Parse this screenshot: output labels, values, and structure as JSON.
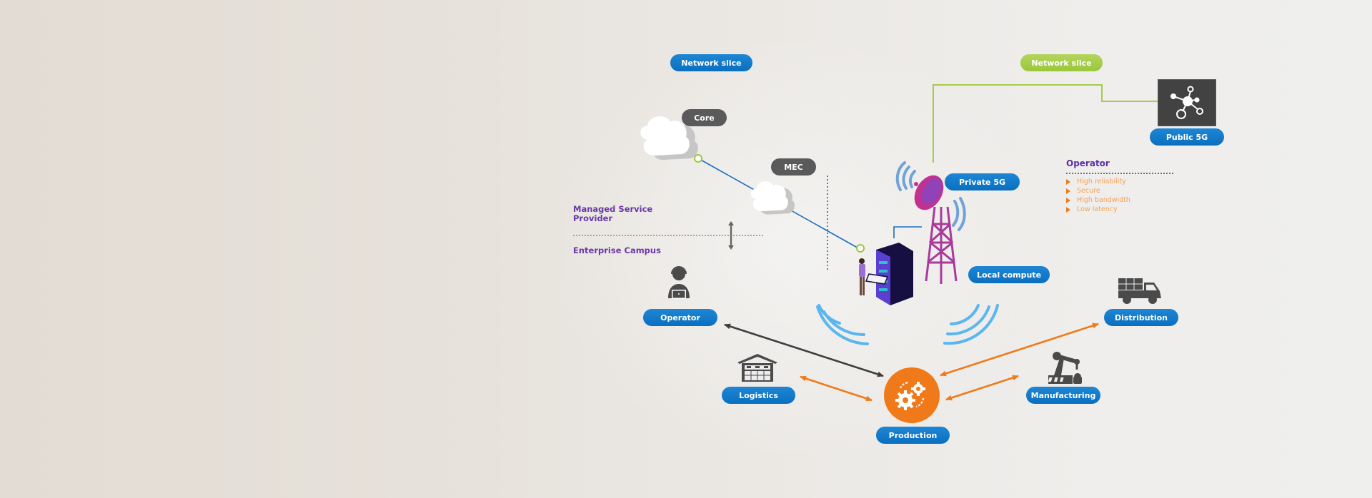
{
  "diagram": {
    "slices": {
      "left_label": "Network slice",
      "right_label": "Network slice"
    },
    "nodes": {
      "core": "Core",
      "mec": "MEC",
      "private_5g": "Private 5G",
      "public_5g": "Public 5G",
      "local_compute": "Local compute",
      "operator": "Operator",
      "logistics": "Logistics",
      "production": "Production",
      "manufacturing": "Manufacturing",
      "distribution": "Distribution"
    },
    "zones": {
      "managed_service_provider": "Managed Service Provider",
      "enterprise_campus": "Enterprise Campus"
    },
    "operator_panel": {
      "title": "Operator",
      "items": [
        "High reliability",
        "Secure",
        "High bandwidth",
        "Low latency"
      ]
    },
    "colors": {
      "blue": "#0a6fbf",
      "green": "#9cc63c",
      "orange": "#f07a1a",
      "dark": "#4a4a4a",
      "purple": "#6a37a8",
      "wave": "#5bb6ee"
    }
  }
}
